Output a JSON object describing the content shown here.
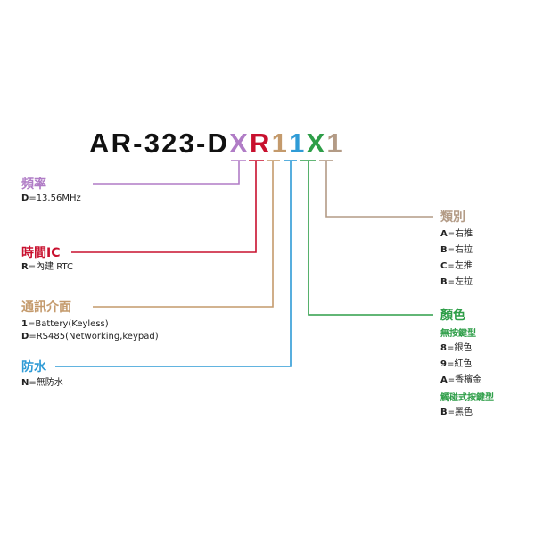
{
  "model": {
    "prefix": "AR-323-D",
    "chars": [
      {
        "ch": "X",
        "color": "#b07cc6"
      },
      {
        "ch": "R",
        "color": "#c8102e"
      },
      {
        "ch": "1",
        "color": "#c49a6c"
      },
      {
        "ch": "1",
        "color": "#2f9bd6"
      },
      {
        "ch": "X",
        "color": "#2e9e48"
      },
      {
        "ch": "1",
        "color": "#b39b86"
      }
    ]
  },
  "frequency": {
    "title": "頻率",
    "color": "#b07cc6",
    "lines": [
      {
        "key": "D",
        "text": "=13.56MHz"
      }
    ]
  },
  "clock": {
    "title": "時間IC",
    "color": "#c8102e",
    "lines": [
      {
        "key": "R",
        "text": "=內建 RTC"
      }
    ]
  },
  "interface": {
    "title": "通訊介面",
    "color": "#c49a6c",
    "lines": [
      {
        "key": "1",
        "text": "=Battery(Keyless)"
      },
      {
        "key": "D",
        "text": "=RS485(Networking,keypad)"
      }
    ]
  },
  "waterproof": {
    "title": "防水",
    "color": "#2f9bd6",
    "lines": [
      {
        "key": "N",
        "text": "=無防水"
      }
    ]
  },
  "category": {
    "title": "類別",
    "color": "#b39b86",
    "lines": [
      {
        "key": "A",
        "text": "=右推"
      },
      {
        "key": "B",
        "text": "=右拉"
      },
      {
        "key": "C",
        "text": "=左推"
      },
      {
        "key": "B",
        "text": "=左拉"
      }
    ]
  },
  "color_opt": {
    "title": "顏色",
    "color": "#2e9e48",
    "groups": [
      {
        "label": "無按鍵型",
        "lines": [
          {
            "key": "8",
            "text": "=銀色"
          },
          {
            "key": "9",
            "text": "=紅色"
          },
          {
            "key": "A",
            "text": "=香檳金"
          }
        ]
      },
      {
        "label": "觸碰式按鍵型",
        "lines": [
          {
            "key": "B",
            "text": "=黑色"
          }
        ]
      }
    ]
  }
}
